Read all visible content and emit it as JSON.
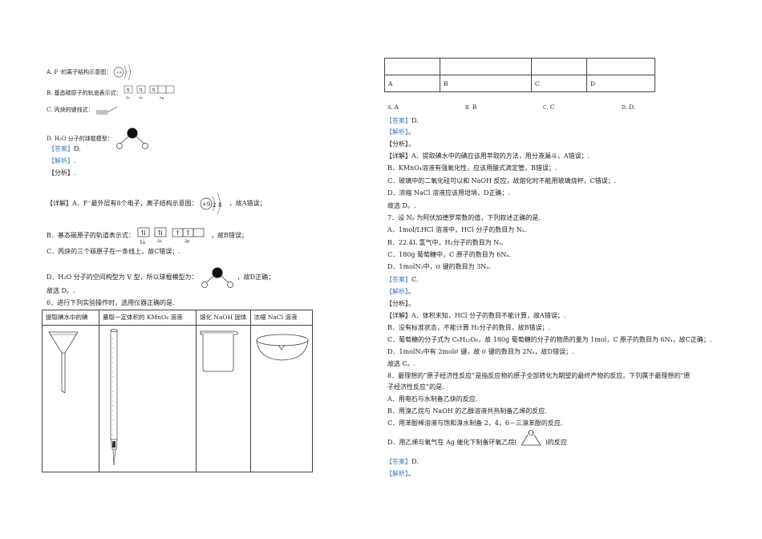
{
  "left_page": {
    "q5_options": [
      {
        "prefix": "A.",
        "text": "F⁻的离子结构示意图："
      },
      {
        "prefix": "B.",
        "text": "基态碳原子的轨道表示式："
      },
      {
        "prefix": "C.",
        "text": "丙炔的键线式："
      },
      {
        "prefix": "D.",
        "text": "H₂O 分子的球棍模型："
      }
    ],
    "q5_icons": {
      "ion_structure_a": {
        "nucleus": "+9",
        "shells": [
          "2",
          "7"
        ]
      },
      "orbital_labels": [
        "1s",
        "2s",
        "2p"
      ],
      "ion_structure_correct": {
        "nucleus": "+9",
        "shells": [
          "2",
          "8"
        ]
      }
    },
    "answer_label": "【答案】",
    "answer_value": "D.",
    "analysis_label": "【解析】",
    "analysis_value": ".",
    "fenxi_label": "【分析】",
    "fenxi_value": ".",
    "detail_label": "【详解】",
    "detail_lines": [
      "A．F⁻最外层有8个电子，离子结构示意图：",
      "，故A错误；",
      "B．基态碳原子的轨道表示式：",
      "，故B错误；",
      "C．丙炔的三个碳原子在一条线上，故C错误；.",
      "D．H₂O 分子的空间构型为 V 型，所以球棍模型为：",
      "，故D正确；",
      "故选 D。."
    ],
    "q6": {
      "stem": "6．进行下列实验操作时，选用仪器正确的是.",
      "table_headers": [
        "提取碘水中的碘",
        "量取一定体积的 KMnO₄ 溶液",
        "熔化 NaOH 固体",
        "浓缩 NaCl 溶液"
      ],
      "instrument_icons": [
        "funnel-icon",
        "burette-icon",
        "beaker-icon",
        "evaporating-dish-icon"
      ]
    }
  },
  "right_page": {
    "q6_table": {
      "row1": [
        "",
        "",
        "",
        ""
      ],
      "row2": [
        "A",
        "B",
        "C",
        "D"
      ]
    },
    "q6_choices": [
      {
        "prefix": "A.",
        "text": "A"
      },
      {
        "prefix": "B.",
        "text": "B"
      },
      {
        "prefix": "C.",
        "text": "C"
      },
      {
        "prefix": "D.",
        "text": "D."
      }
    ],
    "q6_answer": "D.",
    "q6_analysis": "。",
    "q6_fenxi": "。",
    "q6_detail": [
      "A．提取碘水中的碘应该用萃取的方法，用分液漏斗，A错误；.",
      "B．KMnO₄溶液有强氧化性，应该用酸式滴定管，B错误；.",
      "C．玻璃中的二氧化硅可以和 NaOH 反应，故熔化时不能用玻璃烧杯，C错误；.",
      "D．浓缩 NaCl 溶液应该用坩埚，D正确；.",
      "故选 D。."
    ],
    "q7": {
      "stem": "7．设 Nₐ 为阿伏加德罗常数的值，下列叙述正确的是.",
      "options": [
        "A．1mol/LHCl 溶液中，HCl 分子的数目为 Nₐ.",
        "B．22.4L 氢气中，H₂分子的数目为 Nₐ.",
        "C．180g 葡萄糖中，C 原子的数目为 6Nₐ.",
        "D．1molN₂中，σ 键的数目为 3Nₐ."
      ],
      "answer": "C.",
      "analysis": "。",
      "fenxi": "。",
      "detail": [
        "A．体积未知，HCl 分子的数目不能计算，故A错误；.",
        "B．没有标准状态，不能计算 H₂分子的数目，故B错误；.",
        "C．葡萄糖的分子式为 C₆H₁₂O₆，故 180g 葡萄糖的分子的物质的量为 1mol，C 原子的数目为 6Nₐ，故C正确；.",
        "D．1molN₂中有 2molσ 键，故 σ 键的数目为 2Nₐ，故D错误；.",
        "故选 C。."
      ]
    },
    "q8": {
      "stem_line1": "8．最理想的“原子经济性反应”是指反应物的原子全部转化为期望的最终产物的反应。下列属于最理想的“原",
      "stem_line2": "子经济性反应”的是.",
      "options": [
        "A．用电石与水制备乙炔的反应.",
        "B．用溴乙烷与 NaOH 的乙醇溶液共热制备乙烯的反应.",
        "C．用苯酚稀溶液与饱和溴水制备 2，4，6－三溴苯酚的反应.",
        "D．用乙烯与氧气在 Ag 催化下制备环氧乙烷(",
        ")的反应"
      ],
      "epoxide_atom": "O",
      "answer": "D.",
      "analysis": "。"
    }
  },
  "colors": {
    "label_blue": "#4a7fc0",
    "text": "#222222",
    "border": "#444444"
  }
}
